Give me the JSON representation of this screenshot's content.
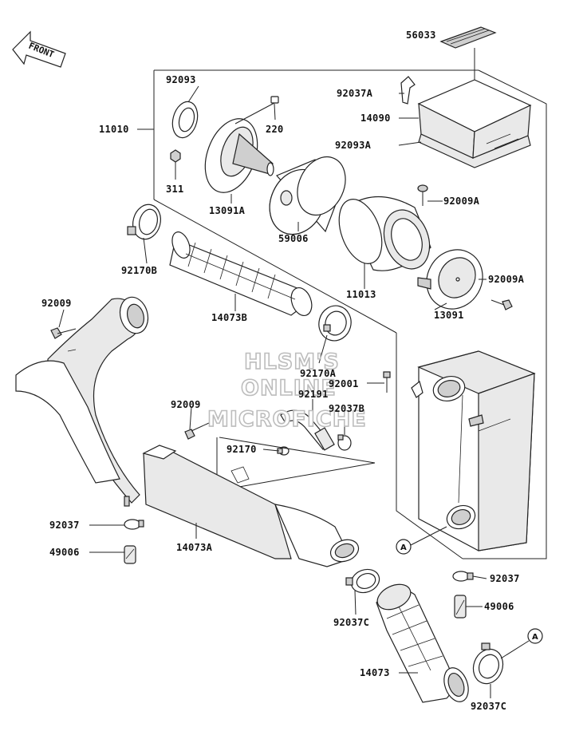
{
  "diagram": {
    "front_label": "FRONT",
    "watermark": [
      "HLSM'S",
      "ONLINE",
      "MICROFICHE"
    ],
    "reference_mark": "A",
    "part_numbers": {
      "p56033": "56033",
      "p92093": "92093",
      "p92037A": "92037A",
      "p14090": "14090",
      "p11010": "11010",
      "p220": "220",
      "p92093A": "92093A",
      "p311": "311",
      "p13091A": "13091A",
      "p92009A_top": "92009A",
      "p59006": "59006",
      "p92170B": "92170B",
      "p92009A_right": "92009A",
      "p11013": "11013",
      "p92009_left": "92009",
      "p14073B": "14073B",
      "p13091": "13091",
      "p92170A": "92170A",
      "p92001": "92001",
      "p92191": "92191",
      "p92009_mid": "92009",
      "p92037B": "92037B",
      "p92170": "92170",
      "p92037_left": "92037",
      "p14073A": "14073A",
      "p49006_left": "49006",
      "p92037_right": "92037",
      "p49006_right": "49006",
      "p92037C_mid": "92037C",
      "p14073": "14073",
      "p92037C_bottom": "92037C"
    }
  }
}
